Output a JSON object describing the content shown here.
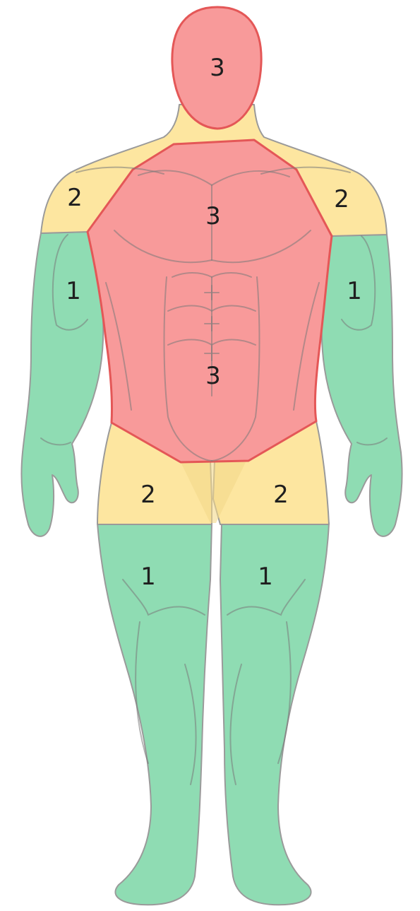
{
  "colors": {
    "zone_1": "#8fdcb3",
    "zone_2": "#fde6a0",
    "zone_3": "#f89a9a",
    "zone_3_border": "#e45757",
    "zone_2_border": "#e7c768"
  },
  "zones": {
    "head": {
      "label": "3",
      "level": 3
    },
    "shoulder_left": {
      "label": "2",
      "level": 2
    },
    "shoulder_right": {
      "label": "2",
      "level": 2
    },
    "torso_upper": {
      "label": "3",
      "level": 3
    },
    "torso_lower": {
      "label": "3",
      "level": 3
    },
    "arm_left": {
      "label": "1",
      "level": 1
    },
    "arm_right": {
      "label": "1",
      "level": 1
    },
    "hip_left": {
      "label": "2",
      "level": 2
    },
    "hip_right": {
      "label": "2",
      "level": 2
    },
    "leg_left": {
      "label": "1",
      "level": 1
    },
    "leg_right": {
      "label": "1",
      "level": 1
    }
  }
}
